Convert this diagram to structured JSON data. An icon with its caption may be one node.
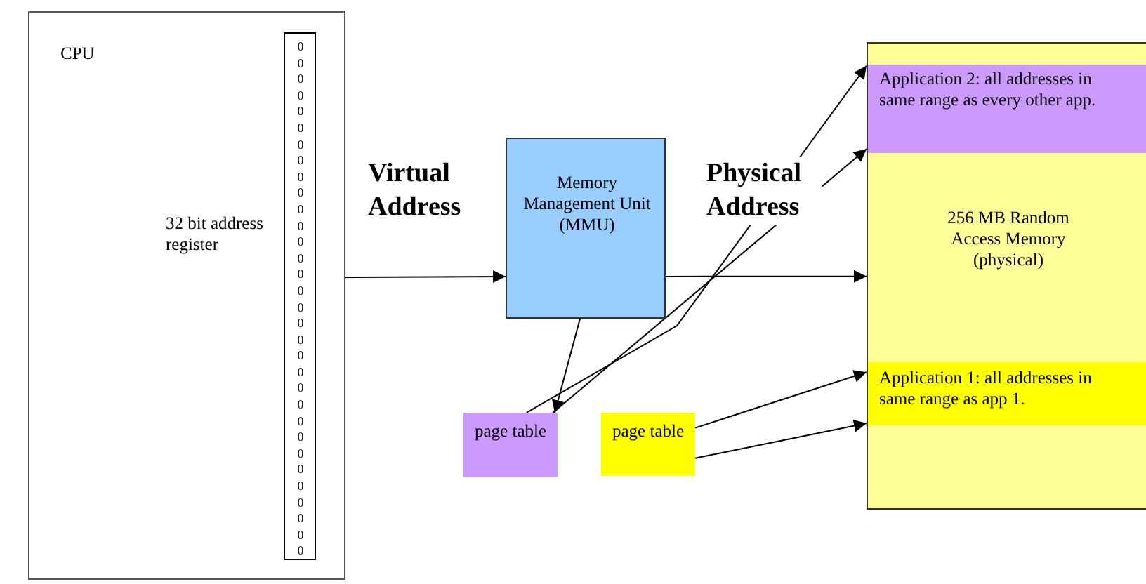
{
  "diagram": {
    "nodes": [
      {
        "text": [
          "CPU"
        ]
      },
      {
        "text": [
          "0 0 0 0 0 0 0 0 0 0 0 0 0 0 0 0 0 0 0 0 0 0 0 0 0 0 0 0 0 0 0 0"
        ],
        "in": 0,
        "beside": [
          "32 bit address register"
        ]
      },
      {
        "text": [
          "Memory Management Unit (MMU)"
        ]
      },
      {
        "text": [
          "256 MB Random Access Memory (physical)"
        ]
      },
      {
        "text": [
          "Application 2: all addresses in same range as every other app."
        ],
        "in": 3
      },
      {
        "text": [
          "Application 1: all addresses in same range as app 1."
        ],
        "in": 3
      },
      {
        "text": [
          "page table"
        ]
      },
      {
        "text": [
          "page table"
        ]
      }
    ],
    "edges": [
      {
        "from": 1,
        "to": 2,
        "arrow": "to"
      },
      {
        "from": 2,
        "to": 3,
        "arrow": "to"
      },
      {
        "from": 2,
        "to": 6,
        "arrow": "to"
      },
      {
        "from": 6,
        "to": 4,
        "arrow": "to"
      },
      {
        "from": 6,
        "to": 4,
        "arrow": "to"
      },
      {
        "from": 7,
        "to": 5,
        "arrow": "to"
      },
      {
        "from": 7,
        "to": 5,
        "arrow": "to"
      }
    ],
    "labels": [
      "Virtual Address",
      "Physical Address"
    ]
  }
}
